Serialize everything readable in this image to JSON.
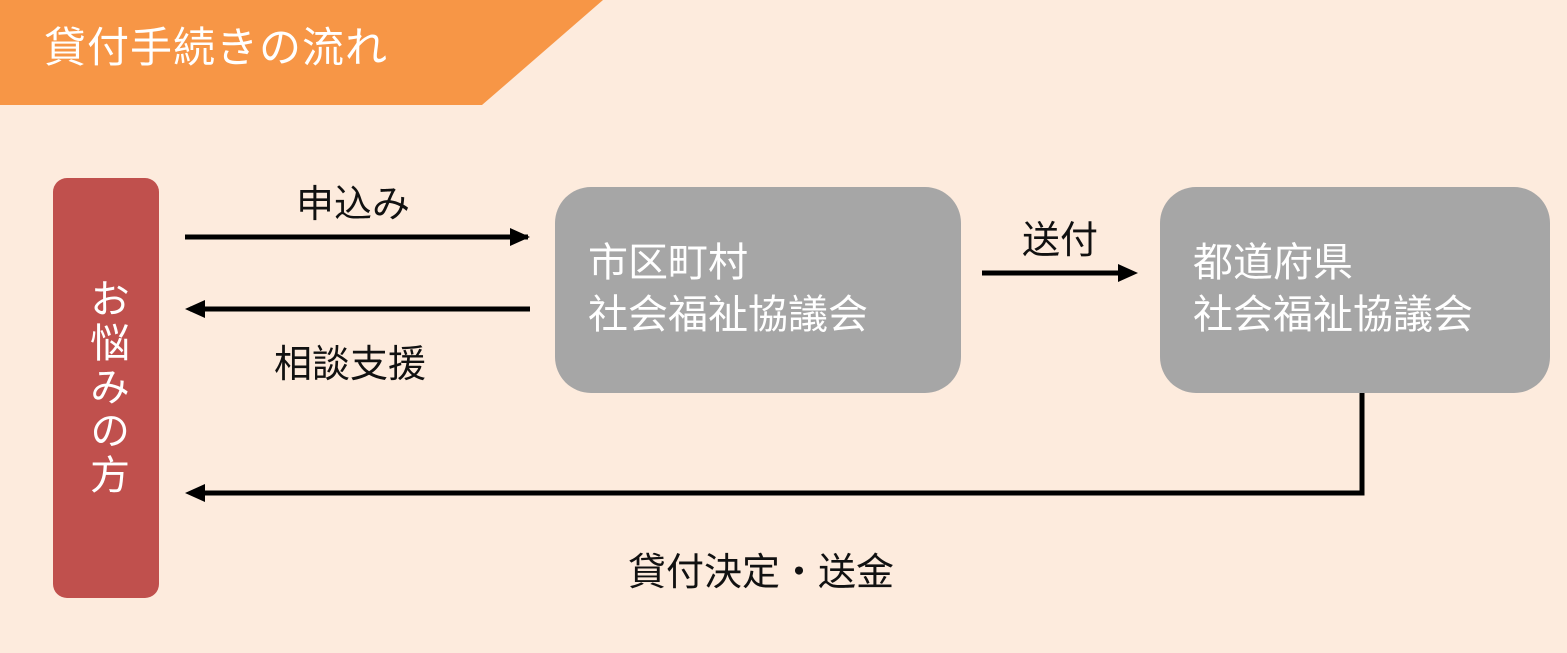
{
  "title": "貸付手続きの流れ",
  "nodes": {
    "person": "お悩みの方",
    "city_council": {
      "line1": "市区町村",
      "line2": "社会福祉協議会"
    },
    "prefecture_council": {
      "line1": "都道府県",
      "line2": "社会福祉協議会"
    }
  },
  "edges": {
    "apply": "申込み",
    "consult": "相談支援",
    "forward": "送付",
    "decision": "貸付決定・送金"
  },
  "colors": {
    "background": "#fdebdd",
    "banner": "#f79646",
    "person_box": "#c0504d",
    "node_box": "#a6a6a6",
    "arrow": "#000000"
  }
}
